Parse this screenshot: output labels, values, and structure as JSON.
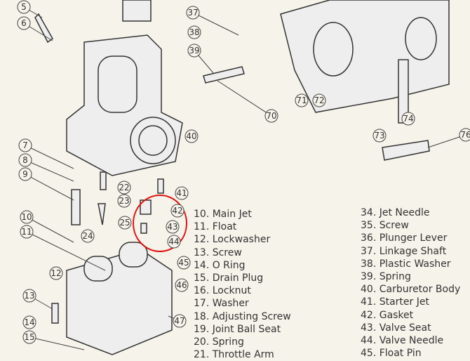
{
  "callouts": [
    "5",
    "6",
    "7",
    "8",
    "9",
    "10",
    "11",
    "12",
    "13",
    "14",
    "15",
    "22",
    "23",
    "24",
    "25",
    "37",
    "38",
    "39",
    "40",
    "41",
    "42",
    "43",
    "44",
    "45",
    "46",
    "47",
    "70",
    "71",
    "72",
    "73",
    "74",
    "76"
  ],
  "highlight_color": "#e01010",
  "parts_list": {
    "column1": [
      "10. Main Jet",
      "11. Float",
      "12. Lockwasher",
      "13. Screw",
      "14. O Ring",
      "15. Drain Plug",
      "16. Locknut",
      "17. Washer",
      "18. Adjusting Screw",
      "19. Joint Ball Seat",
      "20. Spring",
      "21. Throttle Arm"
    ],
    "column2": [
      "34. Jet Needle",
      "35. Screw",
      "36. Plunger Lever",
      "37. Linkage Shaft",
      "38. Plastic Washer",
      "39. Spring",
      "40. Carburetor Body",
      "41. Starter Jet",
      "42. Gasket",
      "43. Valve Seat",
      "44. Valve Needle",
      "45. Float Pin"
    ]
  }
}
